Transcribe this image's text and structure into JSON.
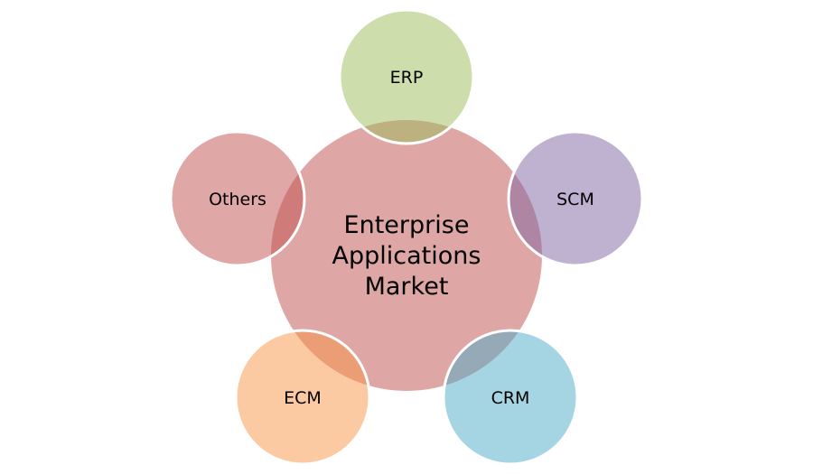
{
  "center": {
    "lines": [
      "Enterprise",
      "Applications",
      "Market"
    ],
    "color": "#dfa6a6"
  },
  "satellites": [
    {
      "label": "ERP",
      "color": "#9bbb59"
    },
    {
      "label": "SCM",
      "color": "#8064a2"
    },
    {
      "label": "CRM",
      "color": "#4bacc6"
    },
    {
      "label": "ECM",
      "color": "#f79646"
    },
    {
      "label": "Others",
      "color": "#c0504d"
    }
  ]
}
